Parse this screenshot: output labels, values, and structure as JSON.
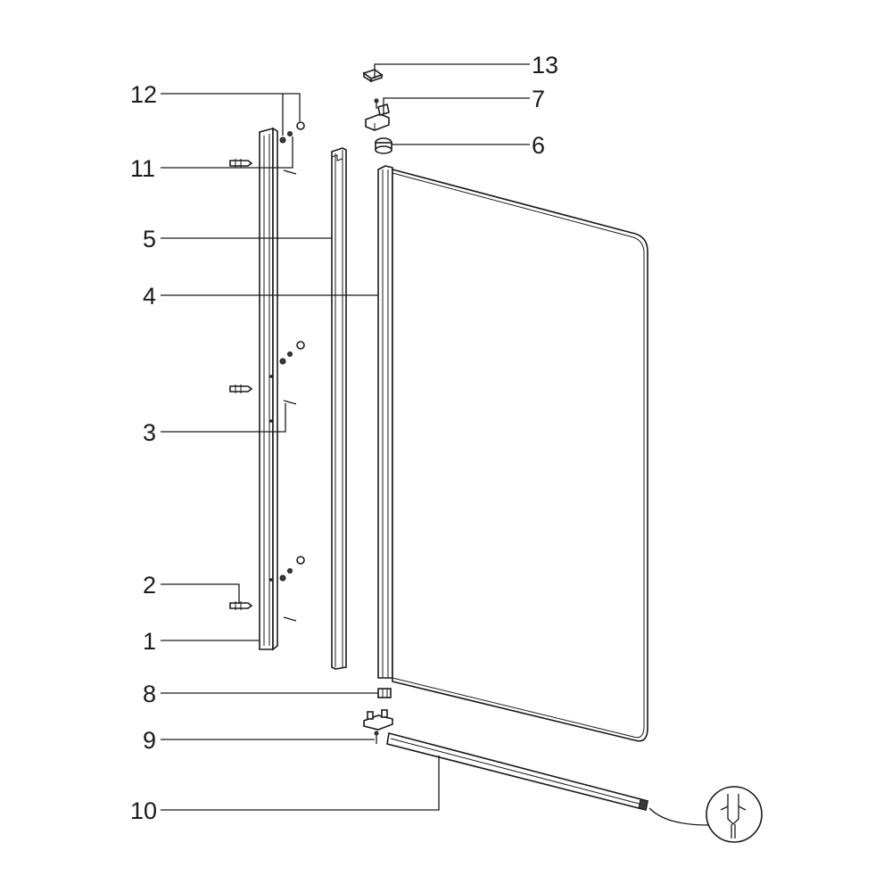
{
  "callouts": [
    {
      "id": "c1",
      "label": "1"
    },
    {
      "id": "c2",
      "label": "2"
    },
    {
      "id": "c3",
      "label": "3"
    },
    {
      "id": "c4",
      "label": "4"
    },
    {
      "id": "c5",
      "label": "5"
    },
    {
      "id": "c6",
      "label": "6"
    },
    {
      "id": "c7",
      "label": "7"
    },
    {
      "id": "c8",
      "label": "8"
    },
    {
      "id": "c9",
      "label": "9"
    },
    {
      "id": "c10",
      "label": "10"
    },
    {
      "id": "c11",
      "label": "11"
    },
    {
      "id": "c12",
      "label": "12"
    },
    {
      "id": "c13",
      "label": "13"
    }
  ],
  "colors": {
    "line": "#1a1a1a",
    "background": "#ffffff",
    "fill_dark": "#3a3a3a"
  }
}
